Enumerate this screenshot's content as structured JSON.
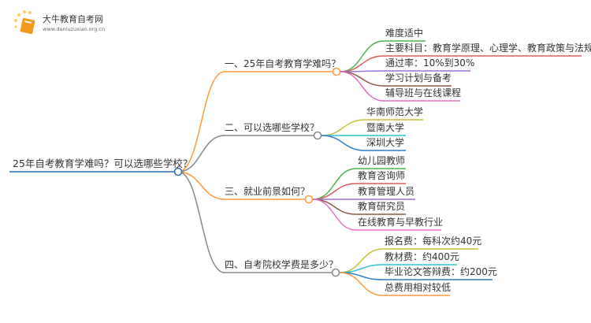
{
  "logo": {
    "title": "大牛教育自考网",
    "url": "www.daniuzuxiao.org.cn"
  },
  "root": {
    "label": "25年自考教育学难吗？可以选哪些学校？",
    "color": "#2a6fb0"
  },
  "branches": [
    {
      "label": "一、25年自考教育学难吗？",
      "color": "#ff9a3c",
      "leaves": [
        {
          "label": "难度适中",
          "color": "#4cb34c"
        },
        {
          "label": "主要科目：教育学原理、心理学、教育政策与法规",
          "color": "#e05a5a"
        },
        {
          "label": "通过率：10%到30%",
          "color": "#a070d0"
        },
        {
          "label": "学习计划与备考",
          "color": "#8d5a4a"
        },
        {
          "label": "辅导班与在线课程",
          "color": "#e070c8"
        }
      ]
    },
    {
      "label": "二、可以选哪些学校？",
      "color": "#888888",
      "leaves": [
        {
          "label": "华南师范大学",
          "color": "#c8c23c"
        },
        {
          "label": "暨南大学",
          "color": "#2ec4d4"
        },
        {
          "label": "深圳大学",
          "color": "#2f7fc4"
        }
      ]
    },
    {
      "label": "三、就业前景如何？",
      "color": "#ff9a3c",
      "leaves": [
        {
          "label": "幼儿园教师",
          "color": "#4cb34c"
        },
        {
          "label": "教育咨询师",
          "color": "#e05a5a"
        },
        {
          "label": "教育管理人员",
          "color": "#a070d0"
        },
        {
          "label": "教育研究员",
          "color": "#8d5a4a"
        },
        {
          "label": "在线教育与早教行业",
          "color": "#e070c8"
        }
      ]
    },
    {
      "label": "四、自考院校学费是多少？",
      "color": "#888888",
      "leaves": [
        {
          "label": "报名费：每科次约40元",
          "color": "#c8c23c"
        },
        {
          "label": "教材费：约400元",
          "color": "#2ec4d4"
        },
        {
          "label": "毕业论文答辩费：约200元",
          "color": "#2f7fc4"
        },
        {
          "label": "总费用相对较低",
          "color": "#ff9a3c"
        }
      ]
    }
  ]
}
